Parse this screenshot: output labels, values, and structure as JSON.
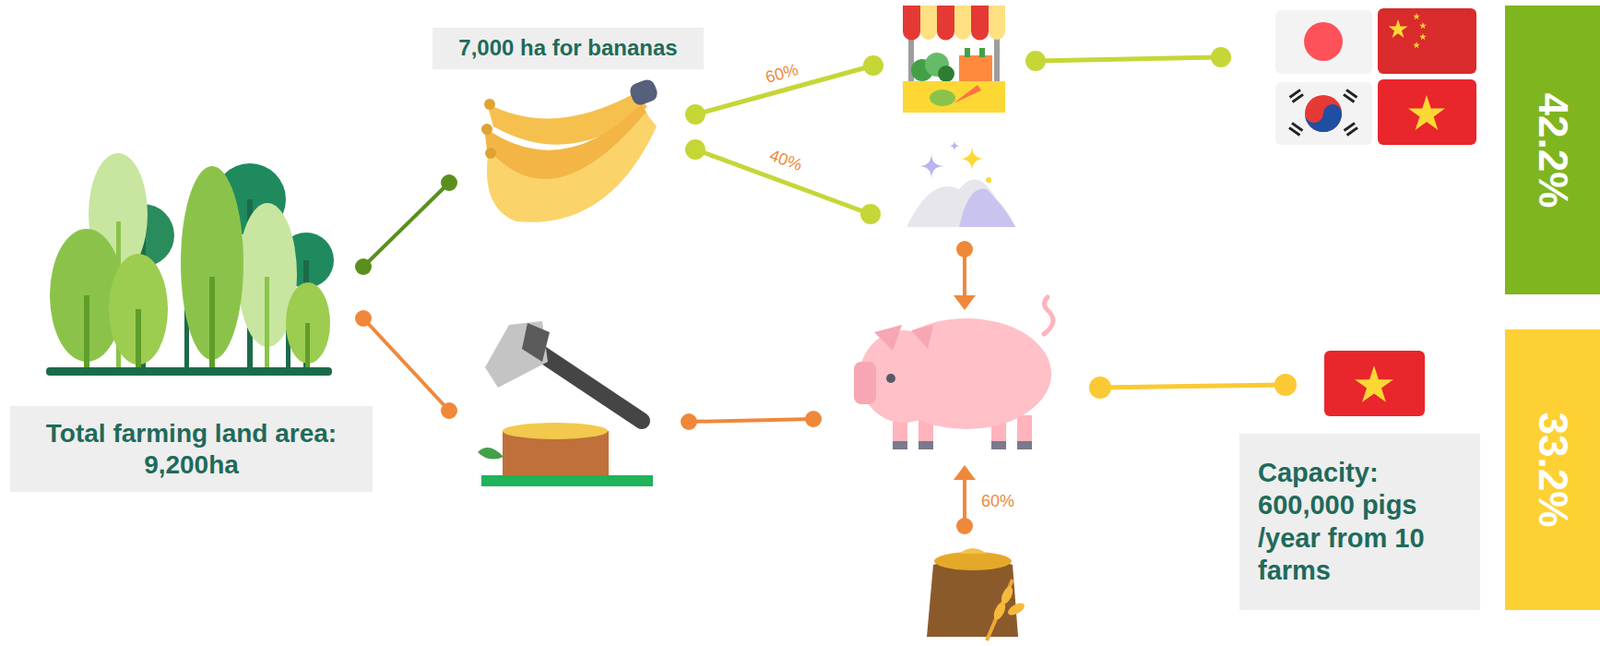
{
  "diagram": {
    "nodes": [
      {
        "text": [
          "Total farming land area: 9,200ha"
        ]
      },
      {
        "text": [
          "7,000 ha for bananas"
        ]
      },
      {
        "text": [
          "Capacity: 600,000 pigs /year from 10 farms"
        ]
      },
      {
        "text": [
          "42.2%"
        ]
      },
      {
        "text": [
          "33.2%"
        ]
      }
    ],
    "labels": [
      "60%",
      "40%",
      "60%"
    ]
  }
}
